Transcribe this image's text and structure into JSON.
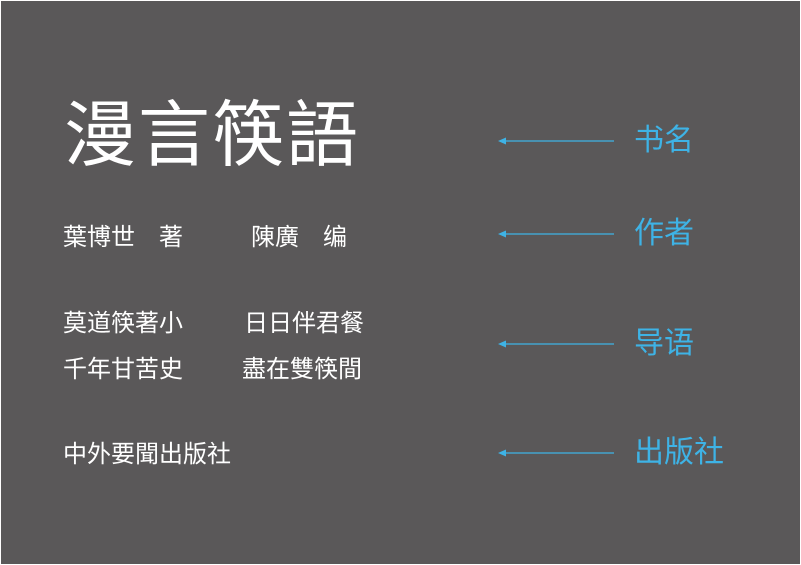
{
  "book": {
    "title": "漫言筷語",
    "author": "葉博世　著",
    "editor": "陳廣　编",
    "verse": [
      "莫道筷著小",
      "日日伴君餐",
      "千年甘苦史",
      "盡在雙筷間"
    ],
    "publisher": "中外要聞出版社"
  },
  "labels": {
    "title": "书名",
    "author": "作者",
    "intro": "导语",
    "publisher": "出版社"
  },
  "colors": {
    "background": "#5a5859",
    "text": "#ffffff",
    "accent": "#3eb3e6"
  }
}
